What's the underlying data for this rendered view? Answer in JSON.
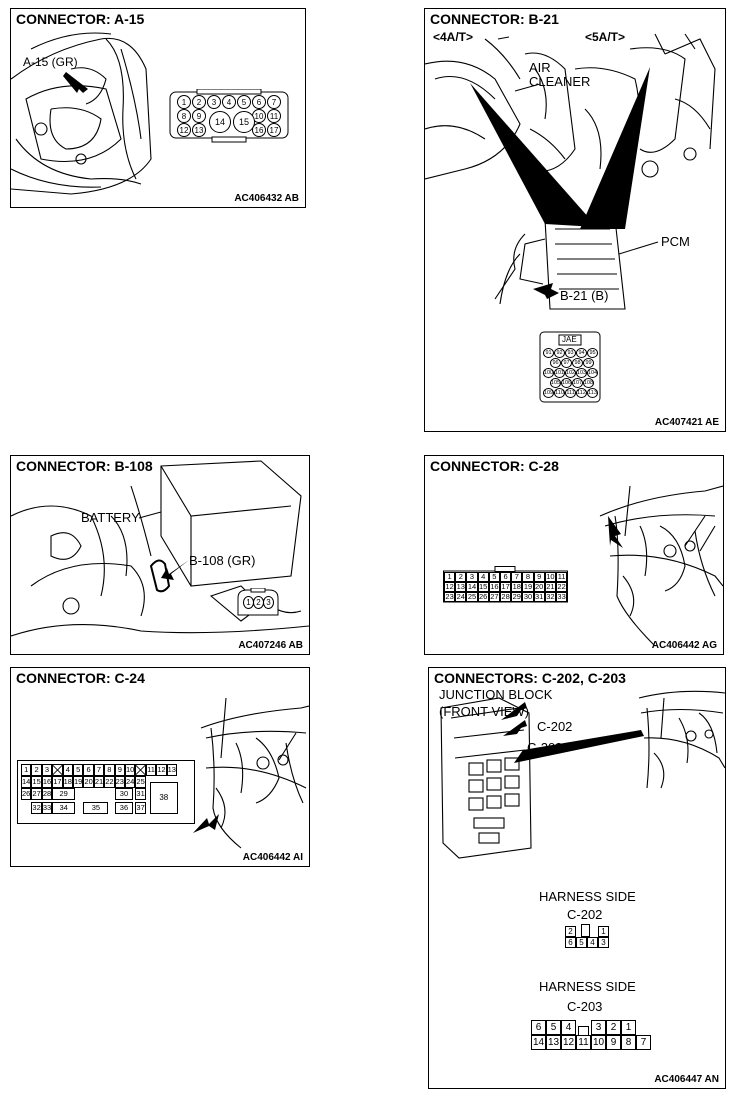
{
  "panels": {
    "a15": {
      "title": "CONNECTOR: A-15",
      "callout": "A-15 (GR)",
      "code": "AC406432 AB",
      "pins_row1": [
        "1",
        "2",
        "3",
        "4",
        "5",
        "6",
        "7"
      ],
      "pins_row2": [
        "8",
        "9",
        "10",
        "11"
      ],
      "pins_row3": [
        "12",
        "13",
        "14",
        "15",
        "16",
        "17"
      ]
    },
    "b21": {
      "title": "CONNECTOR: B-21",
      "label_4at": "<4A/T>",
      "label_5at": "<5A/T>",
      "air_cleaner": [
        "AIR",
        "CLEANER"
      ],
      "pcm": "PCM",
      "callout": "B-21 (B)",
      "jae": "JAE",
      "pins_row1": [
        "91",
        "92",
        "93",
        "94",
        "95"
      ],
      "pins_row2": [
        "96",
        "97",
        "98",
        "99"
      ],
      "pins_row3": [
        "100",
        "101",
        "102",
        "103",
        "104"
      ],
      "pins_row4": [
        "105",
        "106",
        "107",
        "108"
      ],
      "pins_row5": [
        "109",
        "110",
        "111",
        "112",
        "113"
      ],
      "code": "AC407421 AE"
    },
    "b108": {
      "title": "CONNECTOR: B-108",
      "battery": "BATTERY",
      "callout": "B-108 (GR)",
      "pins": [
        "1",
        "2",
        "3"
      ],
      "code": "AC407246 AB"
    },
    "c28": {
      "title": "CONNECTOR: C-28",
      "row1": [
        "1",
        "2",
        "3",
        "4",
        "5",
        "6",
        "7",
        "8",
        "9",
        "10",
        "11"
      ],
      "row2": [
        "12",
        "13",
        "14",
        "15",
        "16",
        "17",
        "18",
        "19",
        "20",
        "21",
        "22"
      ],
      "row3": [
        "23",
        "24",
        "25",
        "26",
        "27",
        "28",
        "29",
        "30",
        "31",
        "32",
        "33"
      ],
      "code": "AC406442 AG"
    },
    "c24": {
      "title": "CONNECTOR: C-24",
      "row1": [
        "1",
        "2",
        "3",
        "",
        "4",
        "5",
        "6",
        "7",
        "8",
        "9",
        "10",
        "",
        "11",
        "12",
        "13"
      ],
      "row2": [
        "14",
        "15",
        "16",
        "17",
        "18",
        "19",
        "20",
        "21",
        "22",
        "23",
        "24",
        "25"
      ],
      "row3": [
        "26",
        "27",
        "28",
        "29",
        "30",
        "31"
      ],
      "row4": [
        "32",
        "33",
        "34",
        "35",
        "36",
        "37"
      ],
      "big": "38",
      "code": "AC406442 AI"
    },
    "c202": {
      "title": "CONNECTORS: C-202, C-203",
      "jb1": "JUNCTION BLOCK",
      "jb2": "(FRONT VIEW)",
      "c202": "C-202",
      "c203": "C-203",
      "harness1": "HARNESS SIDE",
      "name1": "C-202",
      "c202_top": [
        "2",
        "",
        "1"
      ],
      "c202_bot": [
        "6",
        "5",
        "4",
        "3"
      ],
      "harness2": "HARNESS SIDE",
      "name2": "C-203",
      "c203_top": [
        "6",
        "5",
        "4",
        "",
        "3",
        "2",
        "1"
      ],
      "c203_bot": [
        "14",
        "13",
        "12",
        "11",
        "10",
        "9",
        "8",
        "7"
      ],
      "code": "AC406447 AN"
    }
  }
}
